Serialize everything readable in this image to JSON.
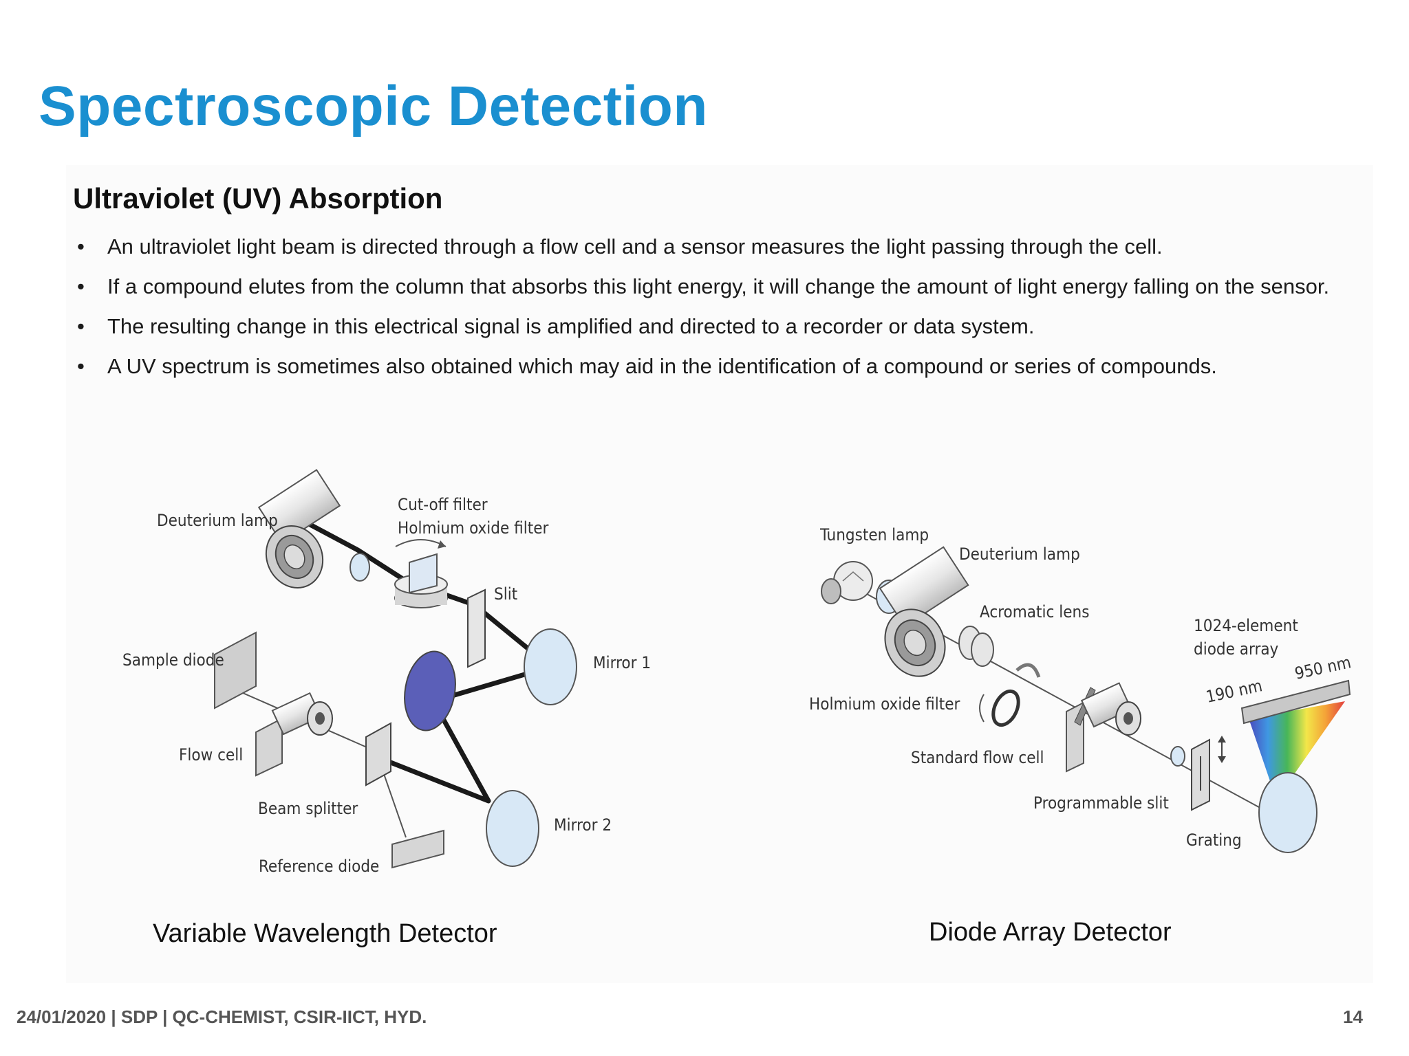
{
  "title": "Spectroscopic Detection",
  "subtitle": "Ultraviolet (UV) Absorption",
  "bullets": [
    "An ultraviolet light beam is directed through a flow cell and a sensor measures the light passing through the cell.",
    "If a compound elutes from the column that absorbs this light energy, it will change the amount of light energy falling on the sensor.",
    "The resulting change in this electrical signal is amplified and directed to a recorder or data system.",
    "A UV spectrum is sometimes also obtained which may aid in the identification of a compound or series of compounds."
  ],
  "vwd": {
    "caption": "Variable Wavelength Detector",
    "labels": {
      "deuterium_lamp": "Deuterium lamp",
      "cutoff_filter": "Cut-off filter",
      "holmium_filter": "Holmium oxide filter",
      "slit": "Slit",
      "mirror1": "Mirror 1",
      "sample_diode": "Sample diode",
      "flow_cell": "Flow cell",
      "beam_splitter": "Beam splitter",
      "mirror2": "Mirror 2",
      "reference_diode": "Reference diode"
    }
  },
  "dad": {
    "caption": "Diode Array Detector",
    "labels": {
      "tungsten_lamp": "Tungsten lamp",
      "deuterium_lamp": "Deuterium lamp",
      "achromatic_lens": "Acromatic lens",
      "diode_array_1": "1024-element",
      "diode_array_2": "diode array",
      "nm_950": "950 nm",
      "nm_190": "190 nm",
      "holmium_filter": "Holmium oxide filter",
      "standard_flow_cell": "Standard flow cell",
      "programmable_slit": "Programmable slit",
      "grating": "Grating"
    }
  },
  "colors": {
    "title": "#1a8fd0",
    "mirror_fill": "#d8e8f6",
    "grating_blue": "#5b5fb8"
  },
  "footer": {
    "left": "24/01/2020 | SDP | QC-CHEMIST, CSIR-IICT, HYD.",
    "page": "14"
  }
}
